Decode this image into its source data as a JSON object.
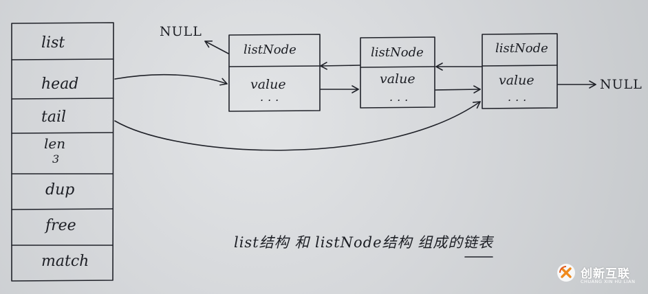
{
  "list_struct": {
    "fields": [
      "list",
      "head",
      "tail",
      "len",
      "dup",
      "free",
      "match"
    ],
    "len_value": "3"
  },
  "nodes": [
    {
      "label": "listNode",
      "value": "value",
      "dots": "..."
    },
    {
      "label": "listNode",
      "value": "value",
      "dots": "..."
    },
    {
      "label": "listNode",
      "value": "value",
      "dots": "..."
    }
  ],
  "null_left": "NULL",
  "null_right": "NULL",
  "caption": "list结构 和 listNode结构 组成的链表",
  "watermark": {
    "name": "创新互联",
    "subtitle": "CHUANG XIN HU LIAN"
  },
  "colors": {
    "ink": "#1f2128",
    "paper": "#d6d8db",
    "watermark_orange": "#f08a1c"
  }
}
